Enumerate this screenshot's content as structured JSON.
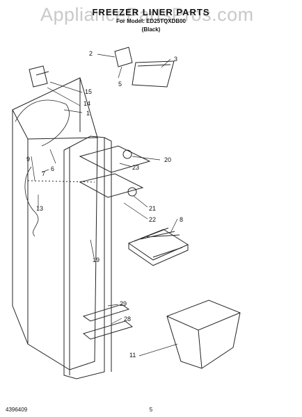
{
  "watermark": "AppliancePartsPros.com",
  "title": "FREEZER LINER PARTS",
  "subtitle": "For Model: ED25TQXDB00",
  "color_note": "(Black)",
  "document_number": "4396409",
  "page_number": "5",
  "callouts": [
    "1",
    "2",
    "3",
    "5",
    "6",
    "7",
    "8",
    "9",
    "11",
    "13",
    "14",
    "15",
    "19",
    "20",
    "21",
    "22",
    "23",
    "28",
    "29"
  ]
}
